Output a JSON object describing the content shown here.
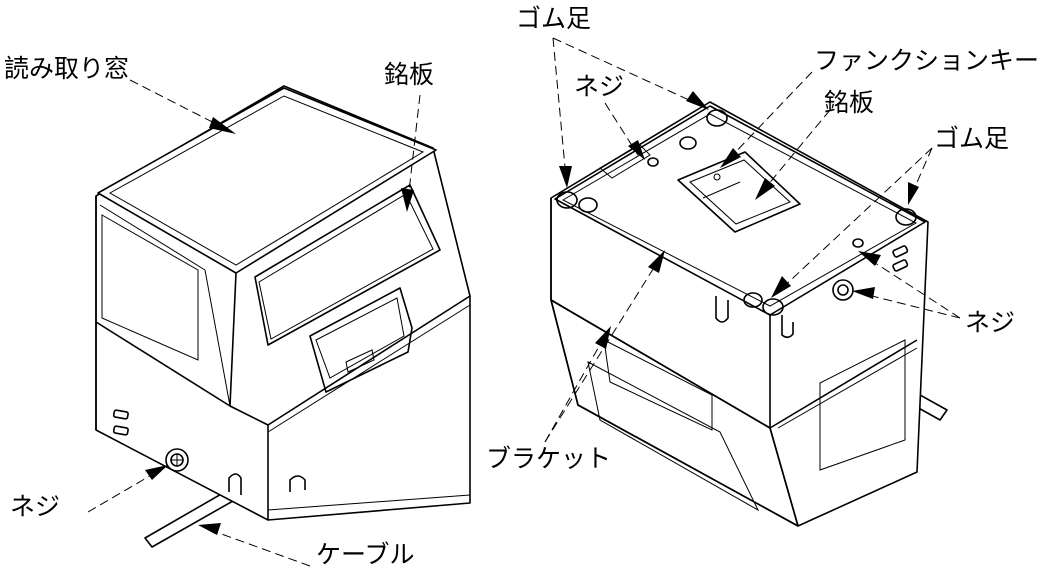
{
  "labels": {
    "read_window": "読み取り窓",
    "nameplate_left": "銘板",
    "screw_left": "ネジ",
    "cable": "ケーブル",
    "rubber_foot_top": "ゴム足",
    "screw_right_top": "ネジ",
    "function_key": "ファンクションキー",
    "nameplate_right": "銘板",
    "rubber_foot_right": "ゴム足",
    "screw_right": "ネジ",
    "bracket": "ブラケット"
  }
}
